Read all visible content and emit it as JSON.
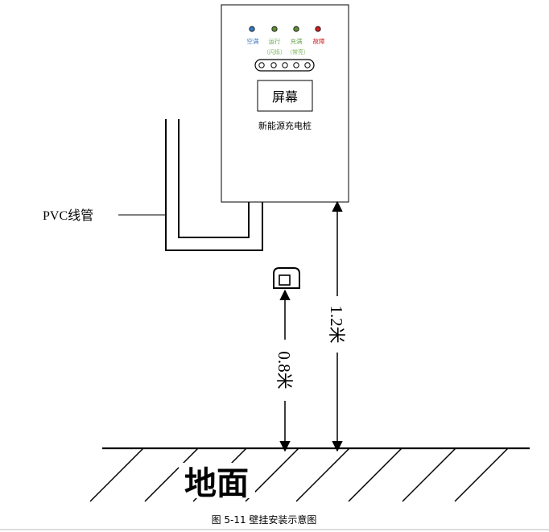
{
  "charger": {
    "indicators": [
      {
        "label": "空满",
        "led_color": "#3a7bbf",
        "label_color": "#3a7bbf"
      },
      {
        "label": "运行",
        "led_color": "#5f8f3a",
        "label_color": "#6aa84f"
      },
      {
        "label": "充满",
        "led_color": "#5f8f3a",
        "label_color": "#6aa84f"
      },
      {
        "label": "故障",
        "led_color": "#cc2222",
        "label_color": "#cc2222"
      }
    ],
    "flash_note": "（闪烁）",
    "steady_note": "（常亮）",
    "note_color": "#7ab05a",
    "screen_label": "屏幕",
    "name": "新能源充电桩"
  },
  "conduit": {
    "label": "PVC线管"
  },
  "dimensions": {
    "socket_height": "0.8米",
    "charger_height": "1.2米"
  },
  "ground_label": "地面",
  "caption": "图 5-11  壁挂安装示意图"
}
